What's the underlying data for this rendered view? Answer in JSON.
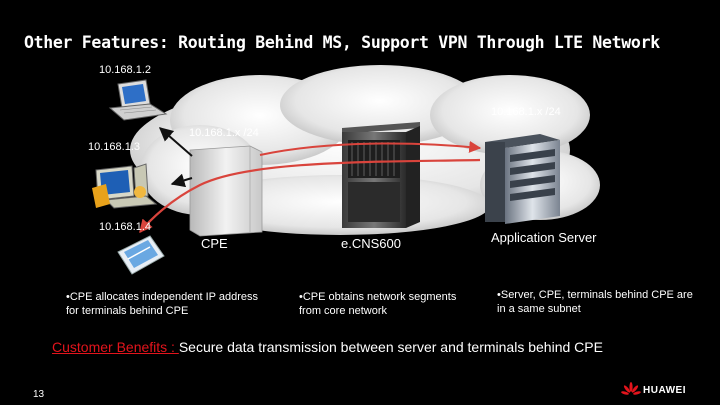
{
  "title": "Other Features: Routing Behind MS, Support VPN Through LTE Network",
  "terminals": [
    {
      "ip": "10.168.1.2"
    },
    {
      "ip": "10.168.1.3"
    },
    {
      "ip": "10.168.1.4"
    }
  ],
  "cpe_subnet": "10.168.1.x /24",
  "server_subnet": "10.168.1.x /24",
  "devices": {
    "cpe": "CPE",
    "ecns": "e.CNS600",
    "server": "Application Server"
  },
  "notes": {
    "cpe": "•CPE allocates independent IP address for terminals behind CPE",
    "ecns": "•CPE obtains network segments from core network",
    "server": "•Server, CPE, terminals behind CPE are in a same subnet"
  },
  "benefits": {
    "header": "Customer Benefits : ",
    "text": "Secure data transmission between server and terminals behind CPE"
  },
  "page_number": "13",
  "logo_text": "HUAWEI",
  "colors": {
    "arrow": "#d9443c",
    "benefit_header": "#e3141c",
    "logo": "#e3141c"
  }
}
